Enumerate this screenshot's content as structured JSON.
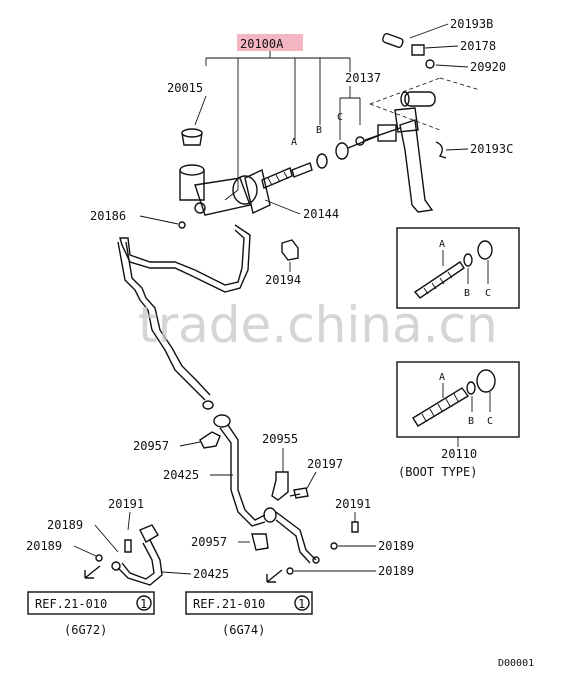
{
  "diagram": {
    "main_part": "20100A",
    "main_part_bg": "#f3b6c2",
    "parts": {
      "p20193B": "20193B",
      "p20178": "20178",
      "p20920": "20920",
      "p20015": "20015",
      "p20137": "20137",
      "p20193C": "20193C",
      "p20186": "20186",
      "p20144": "20144",
      "p20194": "20194",
      "p20110": "20110",
      "p20957a": "20957",
      "p20955": "20955",
      "p20425a": "20425",
      "p20197": "20197",
      "p20191a": "20191",
      "p20191b": "20191",
      "p20189a": "20189",
      "p20189b": "20189",
      "p20189c": "20189",
      "p20189d": "20189",
      "p20957b": "20957",
      "p20425b": "20425"
    },
    "letters": {
      "a": "A",
      "b": "B",
      "c": "C"
    },
    "boot_type": "(BOOT TYPE)",
    "refs": [
      {
        "ref": "REF.21-010",
        "num": "1",
        "engine": "(6G72)"
      },
      {
        "ref": "REF.21-010",
        "num": "1",
        "engine": "(6G74)"
      }
    ],
    "doc_code": "D00001",
    "watermark": "trade.china.cn"
  }
}
